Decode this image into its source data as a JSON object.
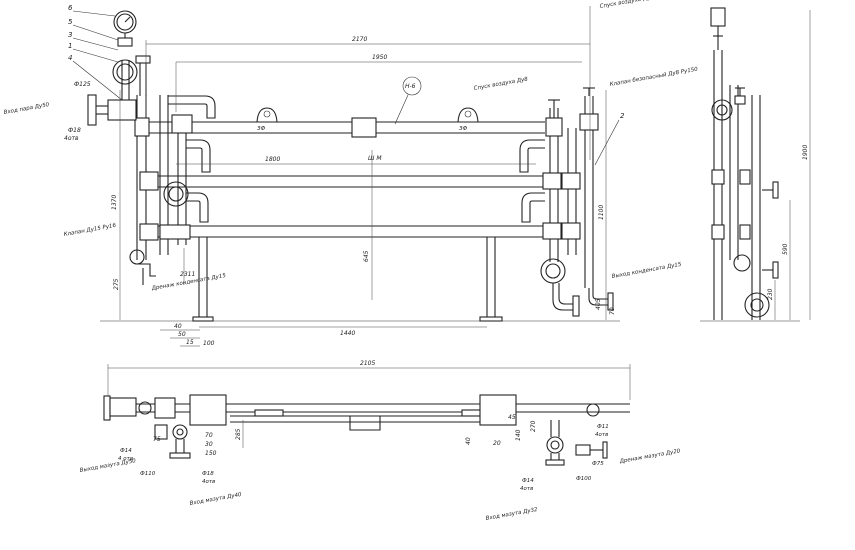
{
  "front_view": {
    "callouts": [
      "6",
      "5",
      "3",
      "1",
      "4",
      "2"
    ],
    "dimensions": {
      "overall_length": "2170",
      "pipe_span": "1950",
      "inner_span": "1800",
      "base_span": "1440",
      "left_height": "1370",
      "mid_height": "645",
      "right_height": "1100",
      "nozzle_offset": "275",
      "foot_offset": "405",
      "small_a": "40",
      "small_b": "50",
      "small_c": "15",
      "small_d": "100",
      "diam_nozzle": "Ф125",
      "diam_bolt": "Ф18",
      "bolt_count": "4отв",
      "cond_height": "2311"
    },
    "labels": {
      "steam_inlet": "Вход пара Ду50",
      "air_vent_top": "Спуск воздуха Ду8",
      "air_vent_mid": "Спуск воздуха Ду8",
      "safety_valve": "Клапан безопасный Ду8 Ру150",
      "valve_left": "Клапан Ду15 Ру16",
      "cond_drain_left": "Дренаж конденсата Ду15",
      "cond_outlet_right": "Выход конденсата Ду15",
      "section_mark": "Ш М",
      "circle_tag": "Н-6",
      "drain_small": "70"
    }
  },
  "side_view": {
    "dimensions": {
      "total_height": "1900",
      "mid_height": "590",
      "low_height": "230"
    }
  },
  "plan_view": {
    "dimensions": {
      "overall_length": "2105",
      "left_a": "75",
      "left_b": "30",
      "left_c": "150",
      "left_d": "285",
      "left_e": "70",
      "right_a": "270",
      "right_b": "140",
      "right_c": "20",
      "right_d": "40",
      "right_e": "45"
    },
    "labels": {
      "oil_outlet_left": "Выход мазута Ду50",
      "oil_inlet": "Вход мазута Ду40",
      "oil_outlet_right": "Вход мазута Ду32",
      "drain_right": "Дренаж мазута Ду20",
      "diam_left_a": "Ф14",
      "bolts_left_a": "4 отв",
      "diam_left_b": "Ф110",
      "diam_left_c": "Ф18",
      "bolts_left_c": "4отв",
      "diam_right_a": "Ф11",
      "bolts_right_a": "4отв",
      "diam_right_b": "Ф75",
      "diam_right_c": "Ф14",
      "bolts_right_c": "4отв",
      "diam_right_d": "Ф100"
    }
  }
}
